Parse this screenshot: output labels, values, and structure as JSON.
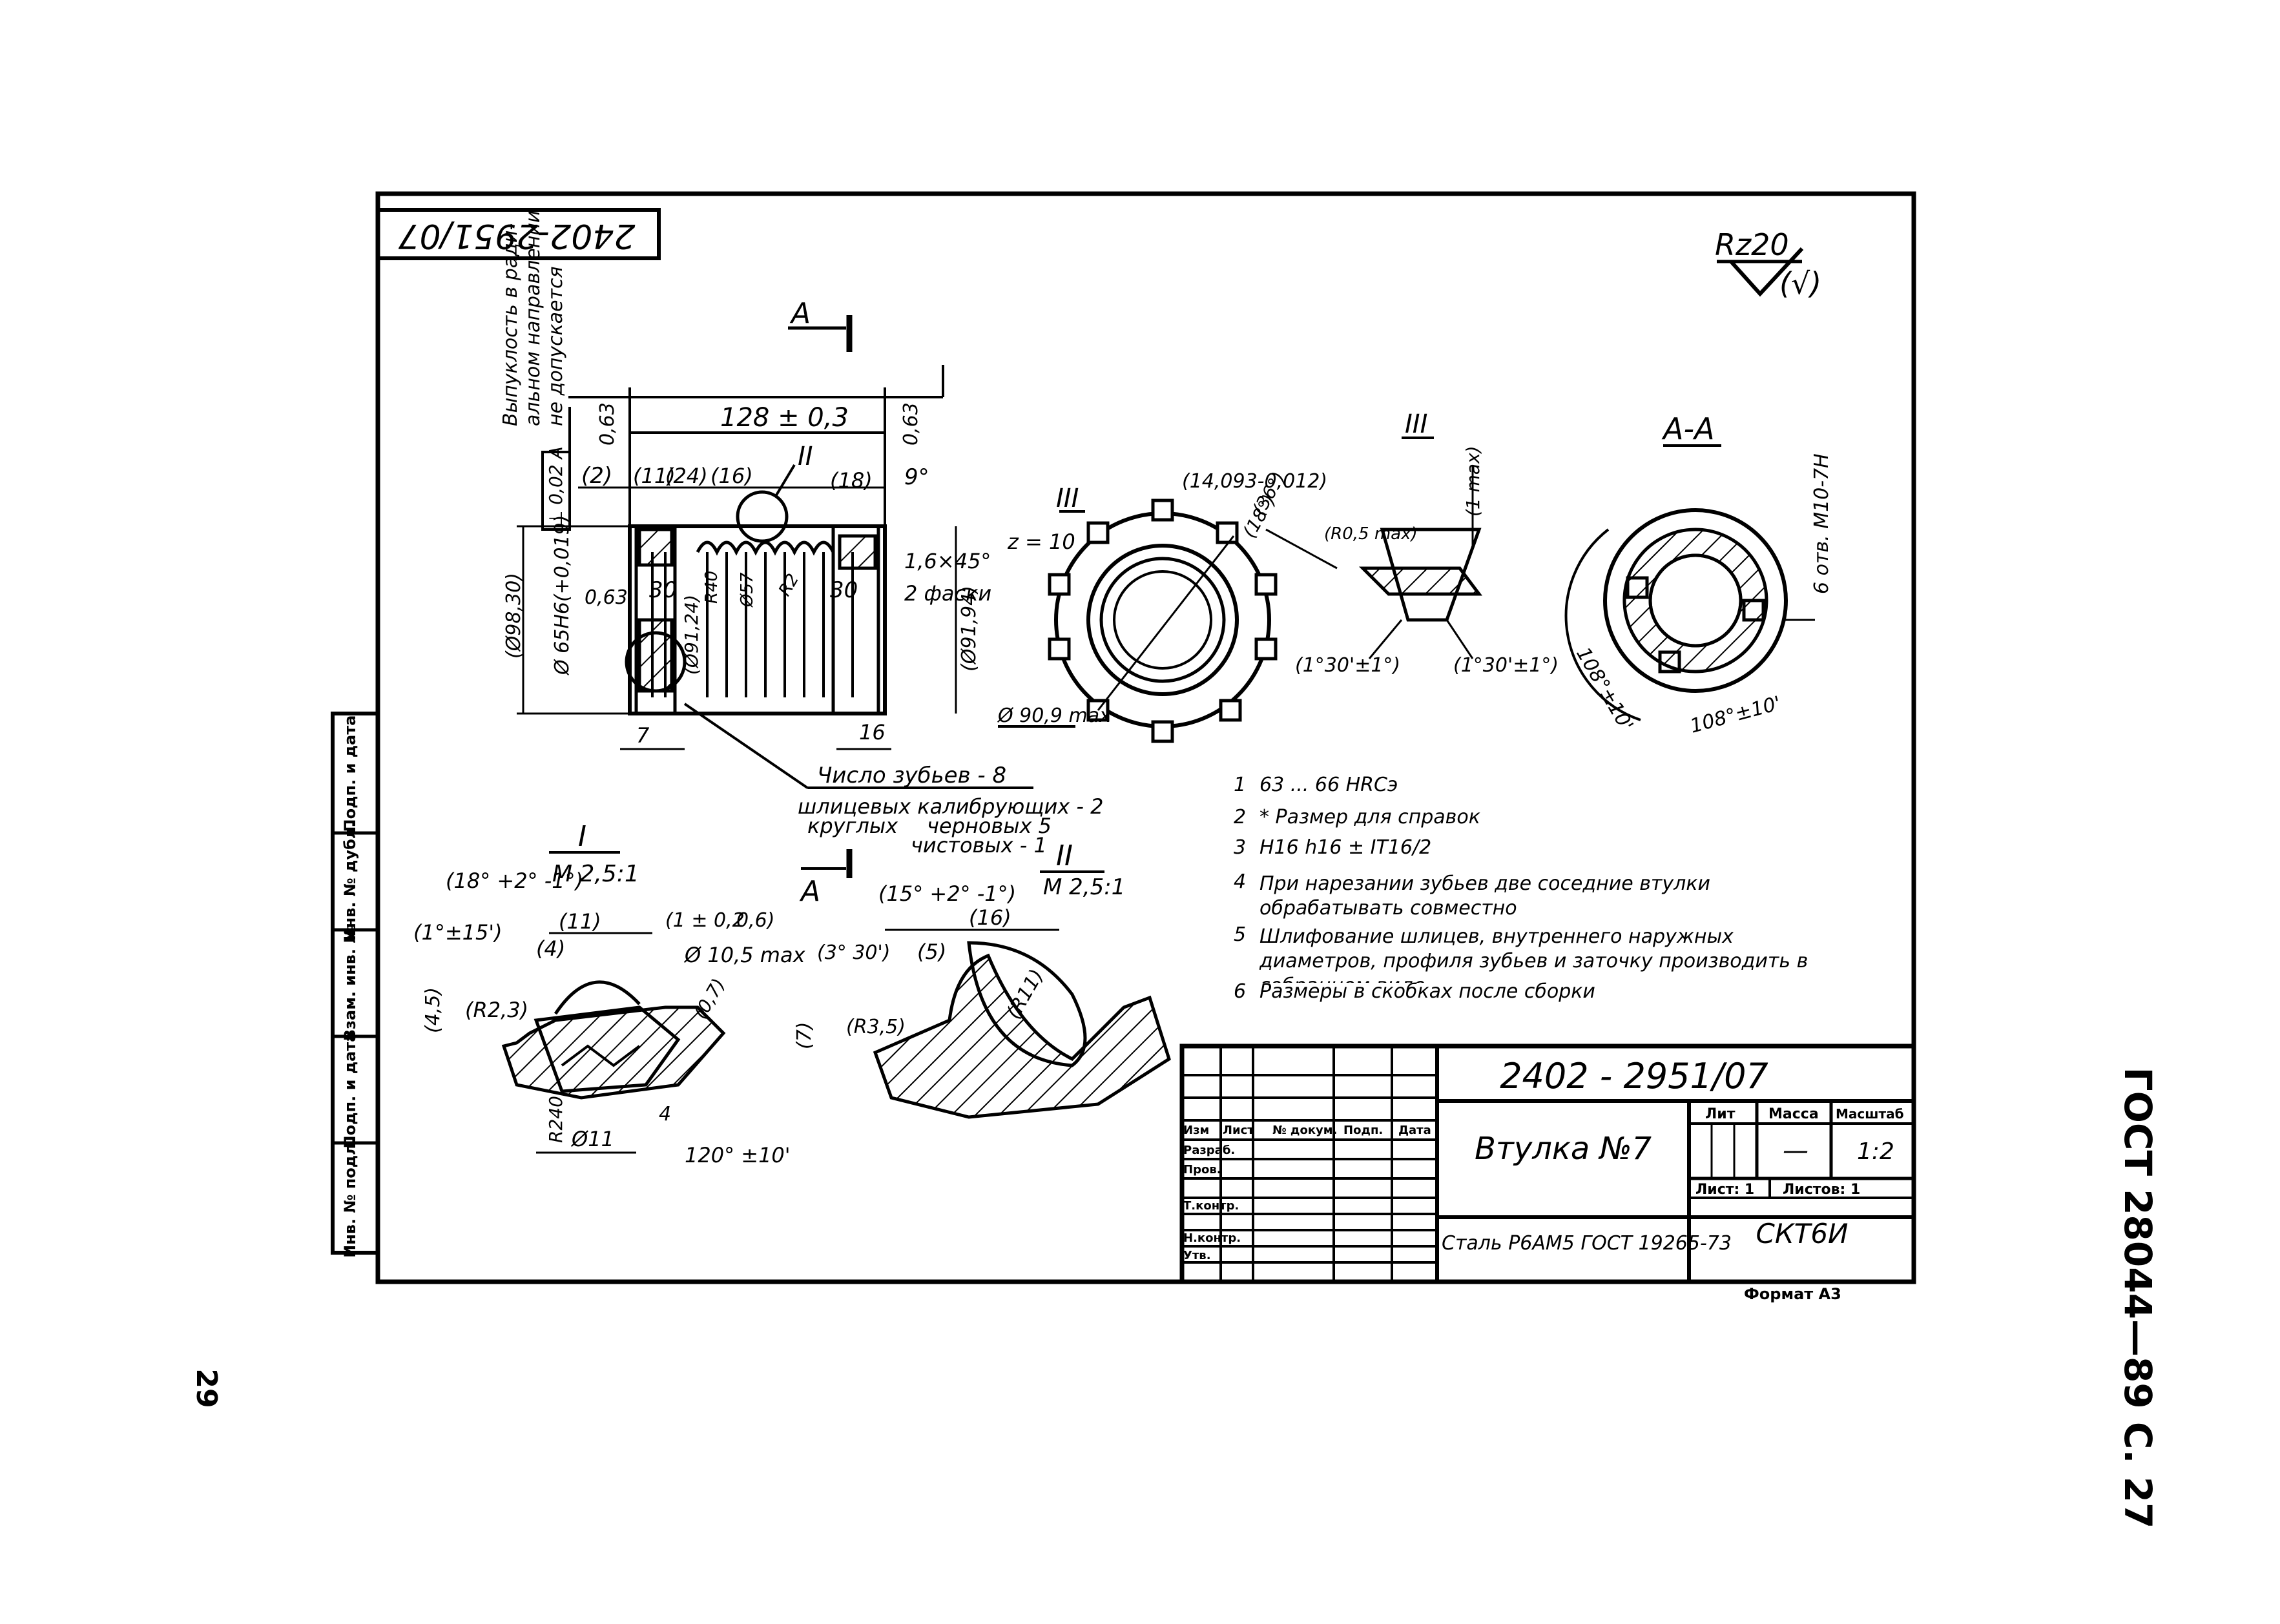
{
  "page": {
    "gost_ref": "ГОСТ 28044—89 С. 27",
    "page_number": "29"
  },
  "drawing": {
    "doc_number_top": "2402-2951/07",
    "roughness_main": "Rz20",
    "roughness_other": "(√)",
    "side_note": [
      "Выпуклость в ради-",
      "альном направлении",
      "не допускается"
    ],
    "main_view": {
      "section_mark": "А",
      "dim_length": "128 ± 0,3",
      "dim_2": "(2)",
      "dim_11": "(11)",
      "dim_24": "(24)",
      "dim_16": "(16)",
      "dim_18": "(18)",
      "callout_II": "II",
      "angle_9": "9°",
      "tolerance_frame": "⊥ 0,02 A",
      "roughness_063": "0,63",
      "dim_30_left": "30",
      "dim_30_right": "30",
      "dim_R40": "R40",
      "dim_d57": "Ø57",
      "dim_R2": "R2",
      "chamfer": "1,6×45°",
      "chamfer_note": "2 фаски",
      "dia_9830": "(Ø98,30)",
      "dia_65H6": "Ø 65H6(+0,019)",
      "dia_9124": "(Ø91,24)",
      "dia_9194": "(Ø91,94)",
      "dim_7": "7",
      "dim_16b": "16",
      "callout_I": "I"
    },
    "teeth_note": {
      "line1": "Число зубьев - 8",
      "line2": "шлицевых калибрующих - 2",
      "line3a": "круглых",
      "line3b": "черновых  5",
      "line4": "чистовых - 1"
    },
    "view_III": {
      "label": "III",
      "z": "z = 10",
      "dim_14093": "(14,093-0,012)",
      "dim_36": "(36°)",
      "dim_18": "(18°)",
      "dim_090": "Ø 90,9 max"
    },
    "detail_III": {
      "label": "III",
      "dim_1max": "(1 max)",
      "radius": "(R0,5 max)",
      "angle_left": "(1°30'±1°)",
      "angle_right": "(1°30'±1°)"
    },
    "section_AA": {
      "label": "А-А",
      "thread": "6 отв. M10-7H",
      "angle_left": "108°±10'",
      "angle_bottom": "108°±10'"
    },
    "detail_I": {
      "label": "I",
      "scale": "M 2,5:1",
      "angle_18": "(18° +2° -1°)",
      "angle_1": "(1°±15')",
      "dim_11": "(11)",
      "dim_1": "(1 ± 0,2",
      "dim_06": "0,6)",
      "dim_4": "(4)",
      "dia_105": "Ø 10,5 max",
      "dim_45": "(4,5)",
      "dim_R23": "(R2,3)",
      "dim_07": "(0,7)",
      "dim_R240": "R240",
      "dia_11": "Ø11",
      "dim_4b": "4",
      "angle_120": "120° ±10'"
    },
    "detail_II": {
      "section_mark": "А",
      "label": "II",
      "scale": "M 2,5:1",
      "angle_15": "(15° +2° -1°)",
      "dim_16": "(16)",
      "angle_3": "(3° 30')",
      "dim_5": "(5)",
      "dim_7": "(7)",
      "dim_R35": "(R3,5)",
      "dim_R11": "(R11)"
    },
    "notes": [
      {
        "n": "1",
        "text": "63 ... 66 HRCэ"
      },
      {
        "n": "2",
        "text": "* Размер для справок"
      },
      {
        "n": "3",
        "text": "H16  h16  ± IT16/2"
      },
      {
        "n": "4",
        "text": "При нарезании зубьев две соседние втулки обрабатывать совместно"
      },
      {
        "n": "5",
        "text": "Шлифование шлицев, внутреннего наружных диаметров, профиля зубьев и заточку производить в собранном виде"
      },
      {
        "n": "6",
        "text": "Размеры в скобках после сборки"
      }
    ],
    "title_block": {
      "doc_number": "2402 - 2951/07",
      "part_name": "Втулка №7",
      "material": "Сталь Р6АМ5 ГОСТ 19265-73",
      "org": "СКТ6И",
      "hdr_lit": "Лит",
      "hdr_mass": "Масса",
      "hdr_scale": "Масштаб",
      "mass_value": "—",
      "scale_value": "1:2",
      "sheet": "Лист: 1",
      "sheets": "Листов: 1",
      "format": "Формат А3",
      "col_izm": "Изм",
      "col_list": "Лист",
      "col_doc": "№ докум.",
      "col_sign": "Подп.",
      "col_date": "Дата",
      "row_razrab": "Разраб.",
      "row_prov": "Пров.",
      "row_tkontr": "Т.контр.",
      "row_nkontr": "Н.контр.",
      "row_utv": "Утв."
    },
    "side_strip": [
      "Инв. № подл.",
      "Подп. и дата",
      "Взам. инв. №",
      "Инв. № дубл.",
      "Подп. и дата"
    ]
  }
}
